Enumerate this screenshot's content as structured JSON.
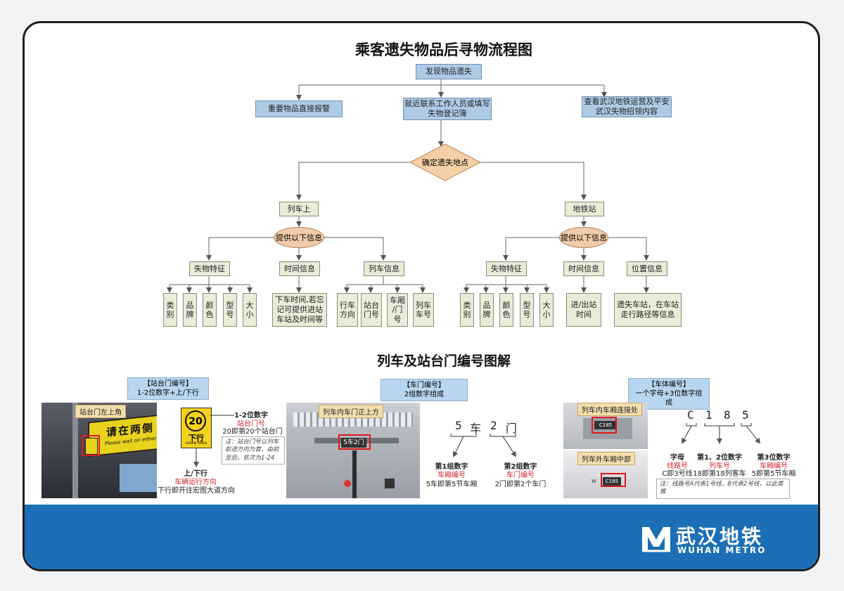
{
  "title": "乘客遗失物品后寻物流程图",
  "flow": {
    "start": "发现物品遗失",
    "opt_police": "重要物品直接报警",
    "opt_staff": "就近联系工作人员或填写\n失物登记簿",
    "opt_notice": "查看武汉地铁运营及平安\n武汉失物招领内容",
    "decision": "确定遗失地点",
    "train": "列车上",
    "station": "地铁站",
    "provide_left": "提供以下信息",
    "provide_right": "提供以下信息",
    "feature_left": "失物特征",
    "time_left": "时间信息",
    "traininfo": "列车信息",
    "feature_right": "失物特征",
    "time_right": "时间信息",
    "location_right": "位置信息",
    "feat_items_left": [
      "类\n别",
      "品\n牌",
      "颜\n色",
      "型\n号",
      "大\n小"
    ],
    "time_desc_left": "下车时间,若忘\n记可提供进站\n车站及时间等",
    "train_items": [
      "行车\n方向",
      "站台\n门号",
      "车厢\n/门\n号",
      "列车\n车号"
    ],
    "feat_items_right": [
      "类\n别",
      "品\n牌",
      "颜\n色",
      "型\n号",
      "大\n小"
    ],
    "time_desc_right": "进/出站\n时间",
    "location_desc": "遗失车站，在车站\n走行路径等信息"
  },
  "subtitle": "列车及站台门编号图解",
  "section_platform": {
    "caption1": "【站台门编号】",
    "caption2": "1-2位数字+上/下行",
    "photo_tag": "站台门左上角",
    "photo_sign_cn": "请在两侧",
    "photo_sign_en": "Please wait on either sid",
    "sign_num": "20",
    "sign_dir": "下行",
    "sign_en": "DOWN TRAIN",
    "num_label": "1-2位数字",
    "num_label_red": "站台门号",
    "num_desc": "20即第20个站台门",
    "note": "注：站台门号以列车\n前进方向为首，由前\n至后，依次为1-24",
    "dir_label": "上/下行",
    "dir_label_red": "车辆运行方向",
    "dir_desc": "下行即开往宏图大道方向"
  },
  "section_door": {
    "caption1": "【车门编号】",
    "caption2": "2组数字组成",
    "photo_tag": "列车内车门正上方",
    "photo_code": "5车2门",
    "chars": [
      "5",
      "车",
      "2",
      "门"
    ],
    "g1_label": "第1组数字",
    "g1_red": "车厢编号",
    "g1_desc": "5车即第5节车厢",
    "g2_label": "第2组数字",
    "g2_red": "车门编号",
    "g2_desc": "2门即第2个车门"
  },
  "section_body": {
    "caption1": "【车体编号】",
    "caption2": "一个字母+3位数字组成",
    "photo1_tag": "列车内车厢连接处",
    "photo1_code": "C185",
    "photo2_tag": "列车外车厢中部",
    "photo2_code": "C185",
    "photo2_prefix": "W",
    "chars": [
      "C",
      "1",
      "8",
      "5"
    ],
    "l1": "字母",
    "l1_red": "线路号",
    "l1_desc": "C即3号线",
    "l2": "第1、2位数字",
    "l2_red": "列车号",
    "l2_desc": "18即第18列客车",
    "l3": "第3位数字",
    "l3_red": "车厢编号",
    "l3_desc": "5即第5节车厢",
    "note": "注：线路号A代表1号线，B代表2号线，以此类推"
  },
  "brand": {
    "cn": "武汉地铁",
    "en": "WUHAN METRO",
    "logo_letter": "M"
  },
  "colors": {
    "footer": "#1c6fb6",
    "node_blue": "#aecbe6",
    "node_green": "#e9ecd9",
    "diamond": "#f5cfa6",
    "highlight": "#e01818"
  }
}
